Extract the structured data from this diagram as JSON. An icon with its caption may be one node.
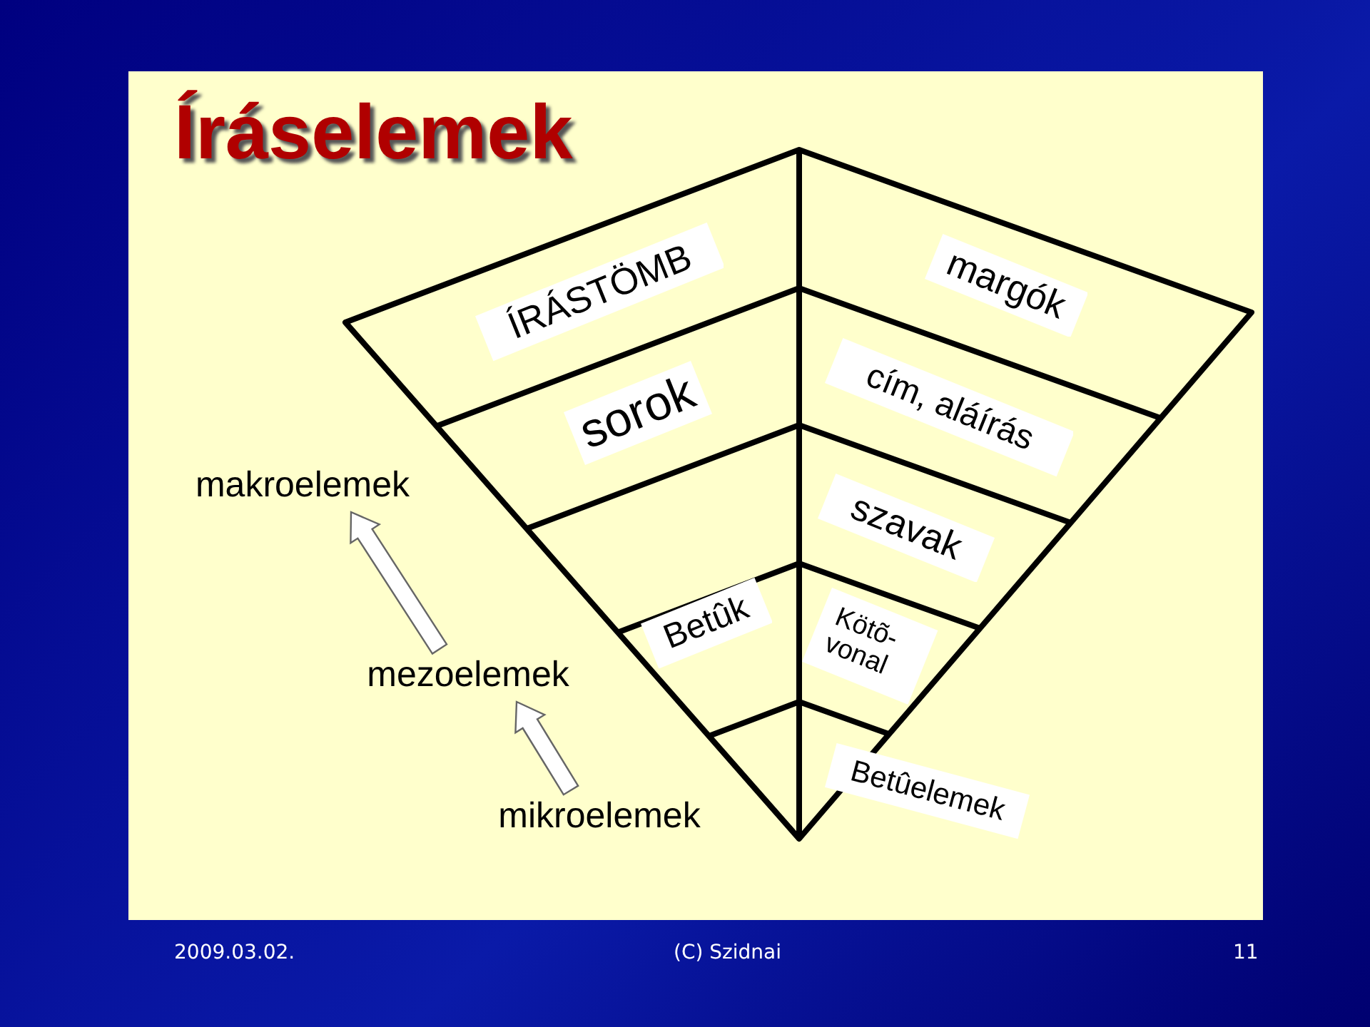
{
  "diagram": {
    "title": "Íráselemek",
    "nodes": [
      {
        "text": [
          "ÍRÁSTÖMB"
        ]
      },
      {
        "text": [
          "margók"
        ]
      },
      {
        "text": [
          "sorok"
        ]
      },
      {
        "text": [
          "cím, aláírás"
        ]
      },
      {
        "text": [
          "szavak"
        ]
      },
      {
        "text": [
          "Betûk"
        ]
      },
      {
        "text": [
          "Kötõ- vonal"
        ]
      },
      {
        "text": [
          "Betûelemek"
        ]
      },
      {
        "text": [
          "makroelemek"
        ]
      },
      {
        "text": [
          "mezoelemek"
        ]
      },
      {
        "text": [
          "mikroelemek"
        ]
      }
    ],
    "edges": [
      {
        "from": 10,
        "to": 9,
        "arrow": "to"
      },
      {
        "from": 9,
        "to": 8,
        "arrow": "to"
      }
    ],
    "labels": [
      "2009.03.02.",
      "(C) Szidnai",
      "11"
    ]
  }
}
